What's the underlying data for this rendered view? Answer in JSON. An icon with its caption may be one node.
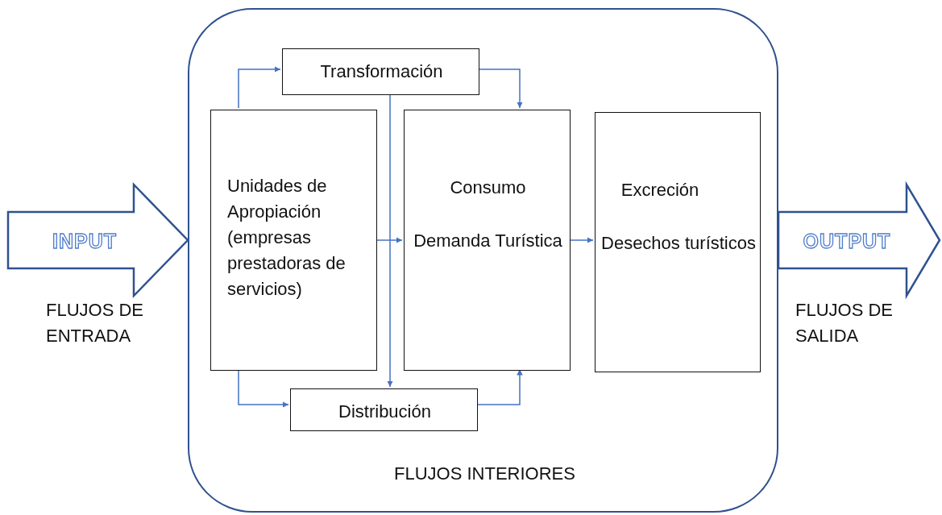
{
  "diagram": {
    "nodes": [
      {
        "text": [
          "FLUJOS INTERIORES"
        ]
      },
      {
        "text": [
          "Unidades de Apropiación (empresas prestadoras de servicios)"
        ],
        "in": 0
      },
      {
        "text": [
          "Transformación"
        ],
        "in": 0
      },
      {
        "text": [
          "Consumo",
          "Demanda Turística"
        ],
        "in": 0
      },
      {
        "text": [
          "Distribución"
        ],
        "in": 0
      },
      {
        "text": [
          "Excreción",
          "Desechos turísticos"
        ],
        "in": 0
      },
      {
        "text": [
          "INPUT"
        ],
        "beside": [
          "FLUJOS DE ENTRADA"
        ]
      },
      {
        "text": [
          "OUTPUT"
        ],
        "beside": [
          "FLUJOS DE SALIDA"
        ]
      }
    ],
    "edges": [
      {
        "from": 1,
        "to": 2,
        "arrow": "to"
      },
      {
        "from": 2,
        "to": 3,
        "arrow": "to"
      },
      {
        "from": 2,
        "to": 4,
        "arrow": "to"
      },
      {
        "from": 1,
        "to": 3,
        "arrow": "to"
      },
      {
        "from": 1,
        "to": 4,
        "arrow": "to"
      },
      {
        "from": 4,
        "to": 3,
        "arrow": "to"
      },
      {
        "from": 3,
        "to": 5,
        "arrow": "to"
      }
    ]
  }
}
